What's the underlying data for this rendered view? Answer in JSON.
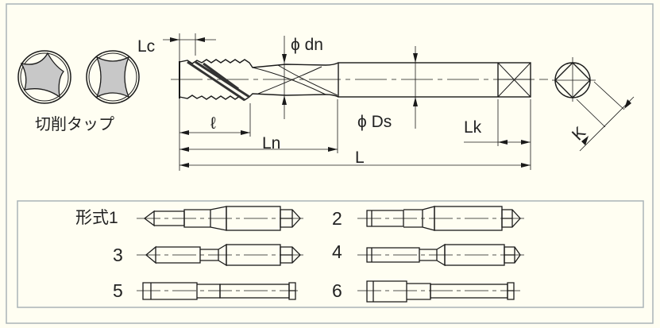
{
  "title_label": "切削タップ",
  "dimensions": {
    "lc": "Lc",
    "dn": "ϕ dn",
    "l": "ℓ",
    "ln": "Ln",
    "L": "L",
    "ds": "ϕ Ds",
    "lk": "Lk",
    "k": "K"
  },
  "types": [
    {
      "label": "形式1"
    },
    {
      "label": "2"
    },
    {
      "label": "3"
    },
    {
      "label": "4"
    },
    {
      "label": "5"
    },
    {
      "label": "6"
    }
  ],
  "colors": {
    "background": "#fffef2",
    "border": "#aab4b8",
    "line": "#1a1a1a",
    "fill": "#c8c8c8"
  }
}
